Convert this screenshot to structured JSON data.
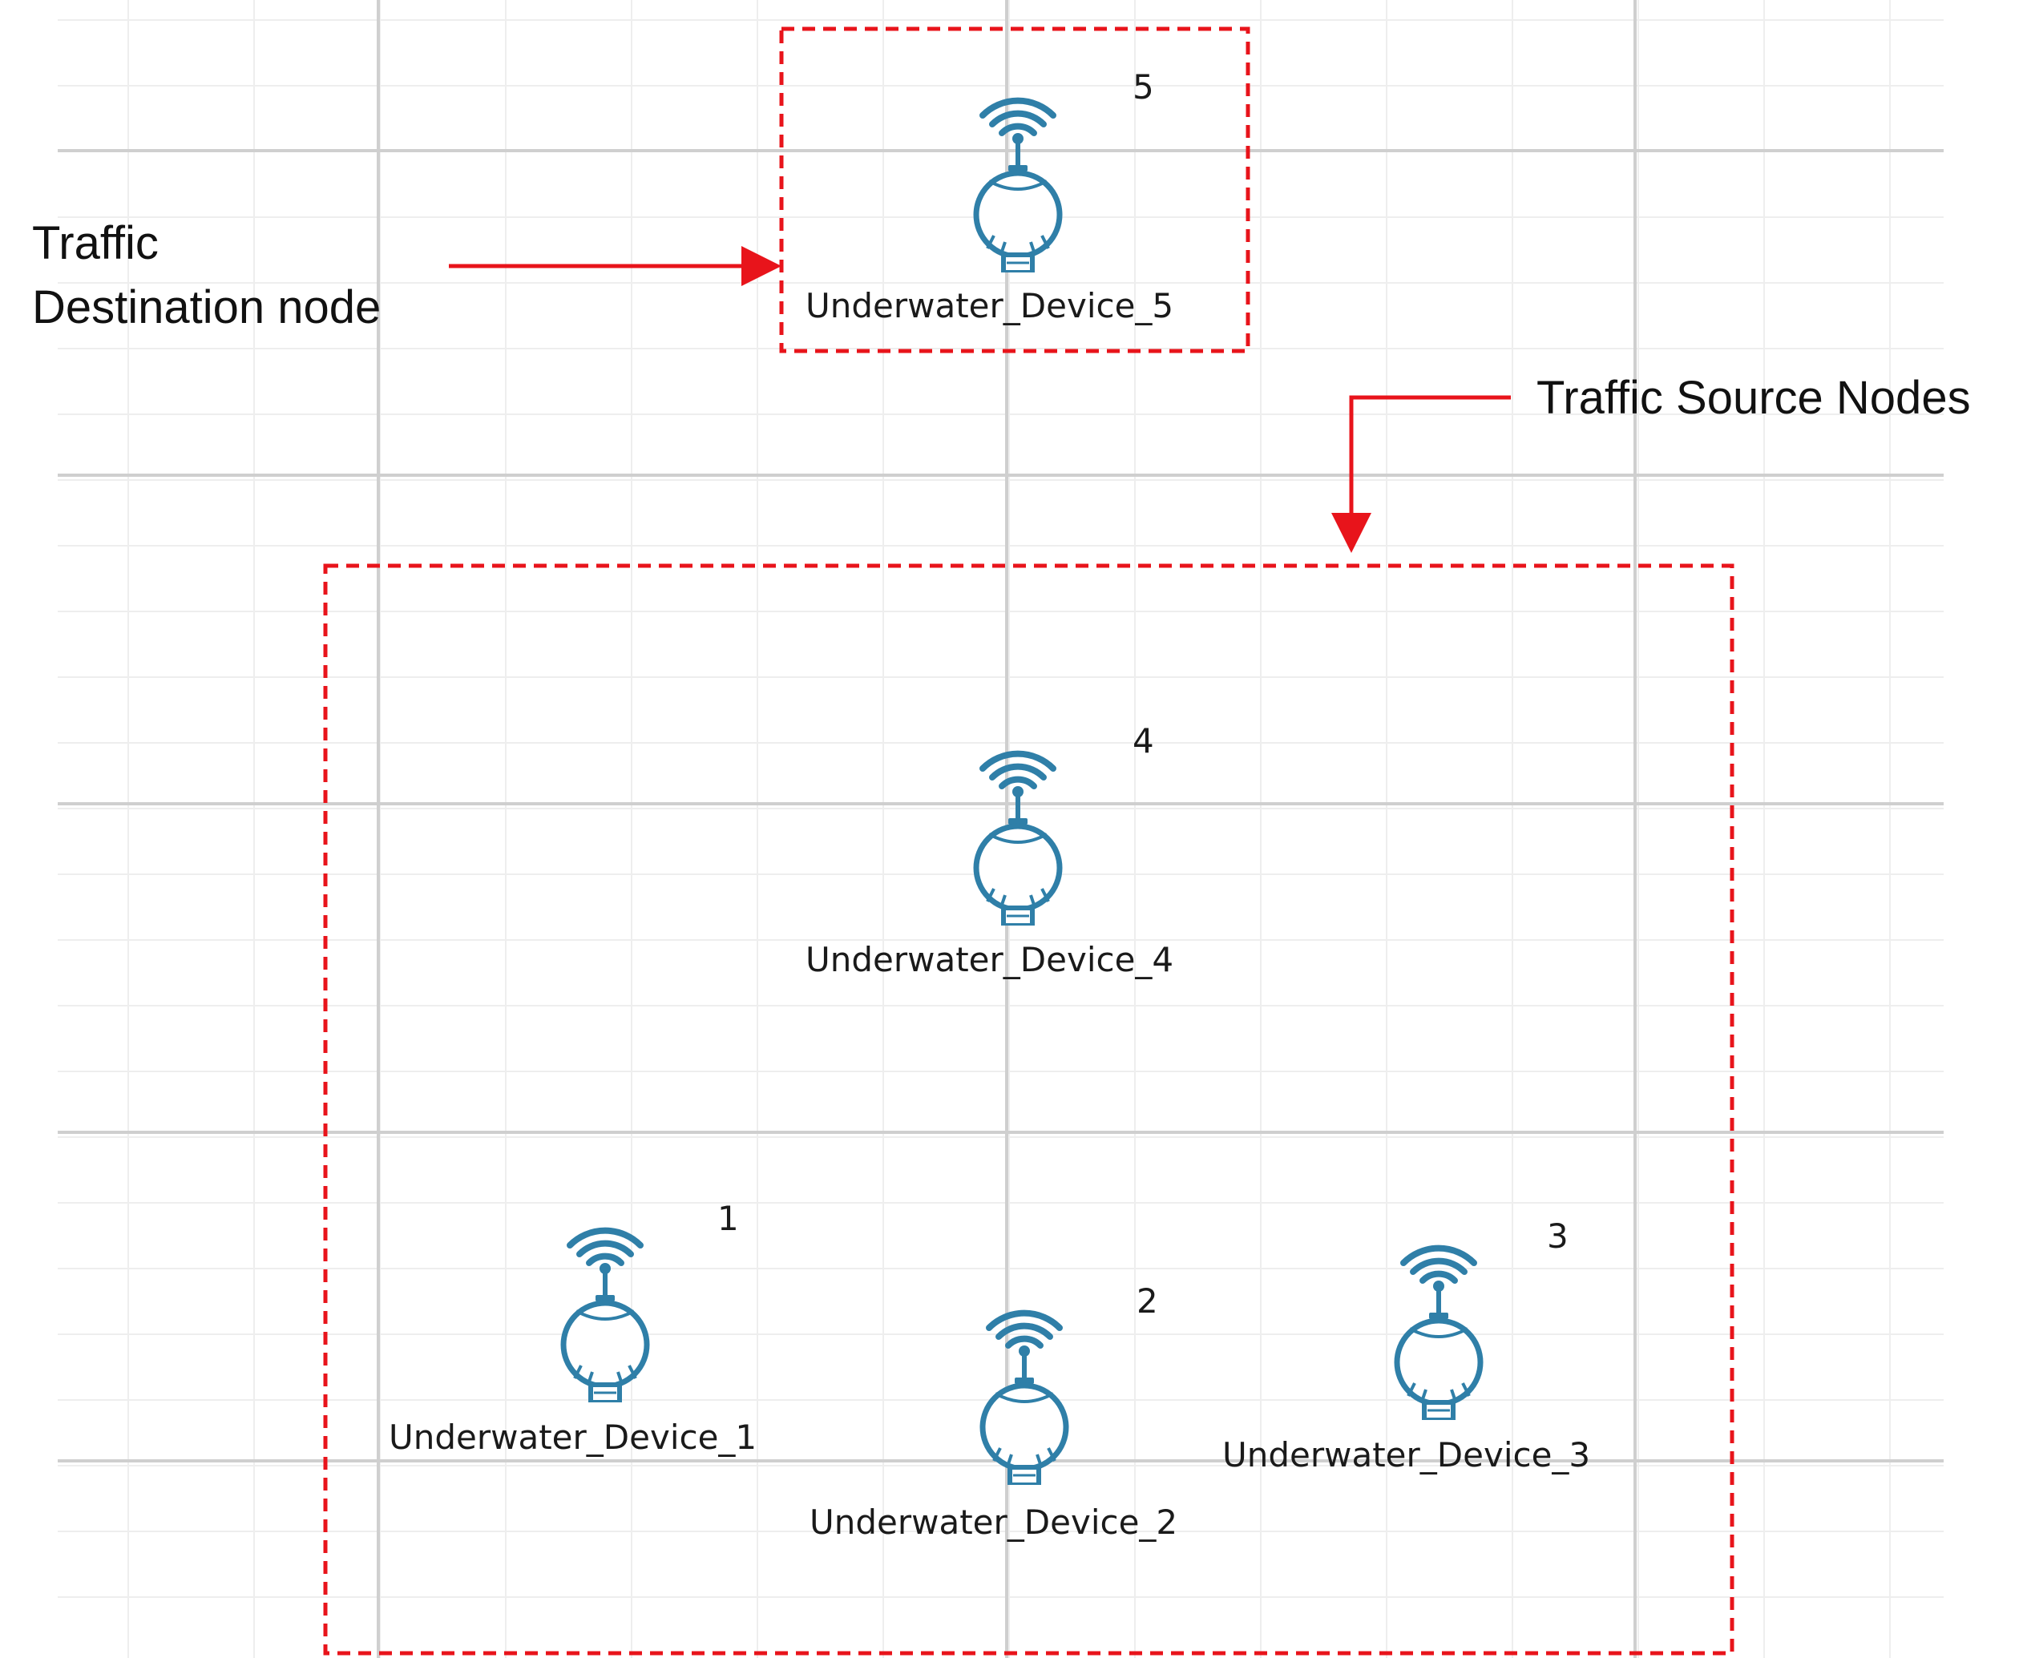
{
  "annotations": {
    "destination": {
      "line1": "Traffic",
      "line2": "Destination node"
    },
    "sources": {
      "text": "Traffic Source Nodes"
    }
  },
  "devices": [
    {
      "id": "5",
      "label": "Underwater_Device_5"
    },
    {
      "id": "4",
      "label": "Underwater_Device_4"
    },
    {
      "id": "1",
      "label": "Underwater_Device_1"
    },
    {
      "id": "2",
      "label": "Underwater_Device_2"
    },
    {
      "id": "3",
      "label": "Underwater_Device_3"
    }
  ],
  "colors": {
    "icon": "#2f7fa8",
    "highlight": "#e8141b",
    "grid_major": "#cfcfcf",
    "grid_minor": "#eeeeee"
  },
  "icon": "underwater-device-icon"
}
